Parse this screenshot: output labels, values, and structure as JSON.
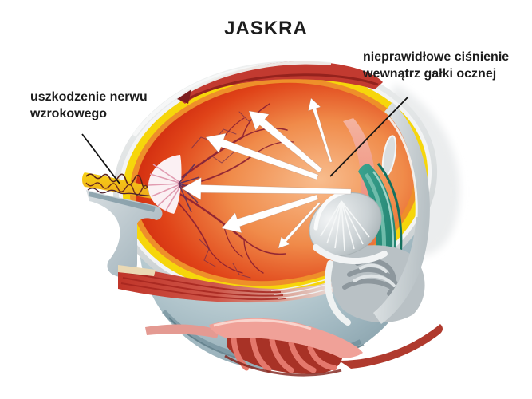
{
  "title": "JASKRA",
  "annotations": {
    "optic_nerve_damage": {
      "lines": [
        "uszkodzenie nerwu",
        "wzrokowego"
      ],
      "points_to": "optic-nerve"
    },
    "intraocular_pressure": {
      "lines": [
        "nieprawidłowe ciśnienie",
        "wewnątrz gałki ocznej"
      ],
      "points_to": "pressure-center"
    }
  },
  "figure": {
    "subject": "cross-section-of-human-eye-with-glaucoma",
    "pressure_arrow_count": 6
  },
  "colors": {
    "background": "#ffffff",
    "label_text": "#1c1c1c",
    "pointer_line": "#141414",
    "sclera_gray": "#d5dadb",
    "choroid_yellow": "#f6d60b",
    "choroid_orange": "#ee8f2a",
    "vitreous_red": "#cd1a0d",
    "vitreous_orange_center": "#f6b286",
    "retinal_vessel": "#8a1f33",
    "optic_nerve_yellow": "#f3c50e",
    "eyeball_gray_blue": "#9db4bd",
    "muscle_red": "#c63c32",
    "ciliary_teal": "#2e9483",
    "lens_gray": "#c6cdd0",
    "pressure_arrow": "#ffffff"
  }
}
